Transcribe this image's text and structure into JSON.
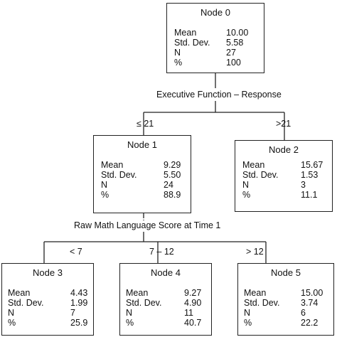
{
  "nodes": [
    {
      "title": "Node 0",
      "mean": "10.00",
      "sd": "5.58",
      "n": "27",
      "pct": "100"
    },
    {
      "title": "Node 1",
      "mean": "9.29",
      "sd": "5.50",
      "n": "24",
      "pct": "88.9"
    },
    {
      "title": "Node 2",
      "mean": "15.67",
      "sd": "1.53",
      "n": "3",
      "pct": "11.1"
    },
    {
      "title": "Node 3",
      "mean": "4.43",
      "sd": "1.99",
      "n": "7",
      "pct": "25.9"
    },
    {
      "title": "Node 4",
      "mean": "9.27",
      "sd": "4.90",
      "n": "11",
      "pct": "40.7"
    },
    {
      "title": "Node 5",
      "mean": "15.00",
      "sd": "3.74",
      "n": "6",
      "pct": "22.2"
    }
  ],
  "row_labels": {
    "mean": "Mean",
    "sd": "Std. Dev.",
    "n": "N",
    "pct": "%"
  },
  "splits": [
    {
      "variable": "Executive Function – Response",
      "branches": [
        "≤ 21",
        ">21"
      ]
    },
    {
      "variable": "Raw Math Language Score at Time 1",
      "branches": [
        "< 7",
        "7 – 12",
        "> 12"
      ]
    }
  ]
}
